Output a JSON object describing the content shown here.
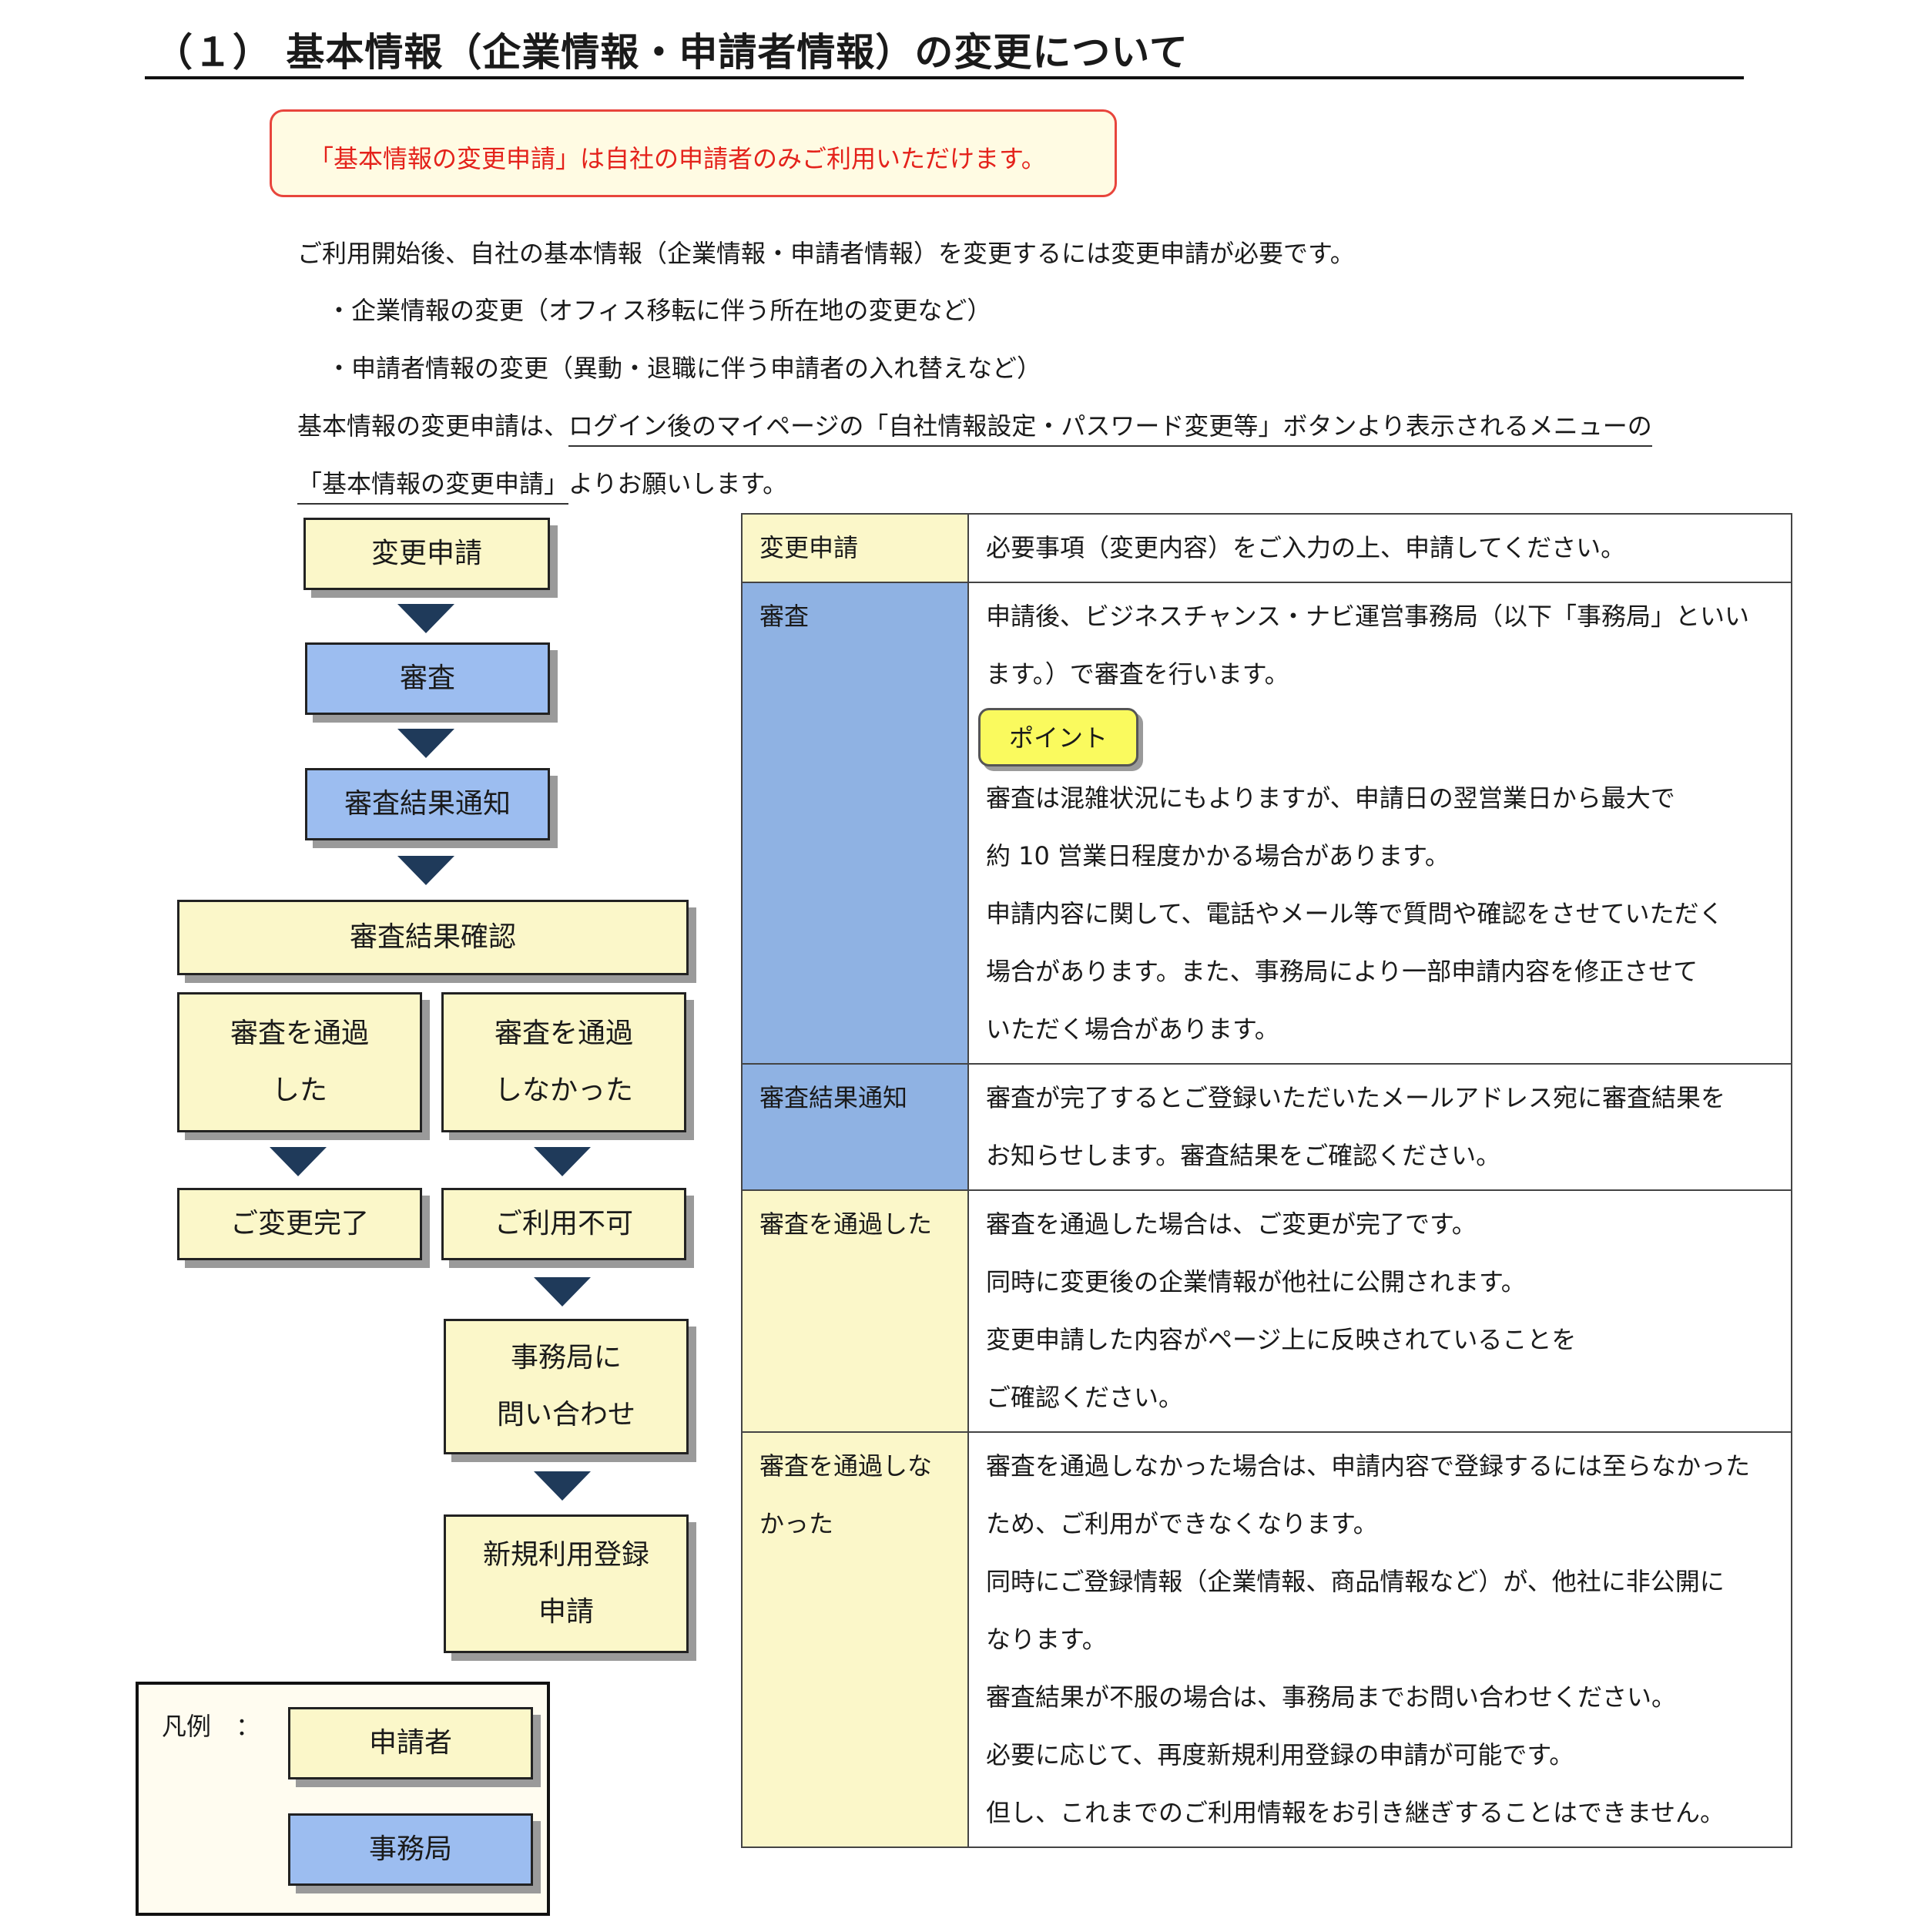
{
  "heading": "（１） 基本情報（企業情報・申請者情報）の変更について",
  "notice": "「基本情報の変更申請」は自社の申請者のみご利用いただけます。",
  "intro": {
    "line1": "ご利用開始後、自社の基本情報（企業情報・申請者情報）を変更するには変更申請が必要です。",
    "bullet1": "・企業情報の変更（オフィス移転に伴う所在地の変更など）",
    "bullet2": "・申請者情報の変更（異動・退職に伴う申請者の入れ替えなど）",
    "line4_plain": "基本情報の変更申請は、",
    "line4_link": "ログイン後のマイページの「自社情報設定・パスワード変更等」ボタンより表示されるメニューの",
    "line5_link": "「基本情報の変更申請」",
    "line5_plain": "よりお願いします。"
  },
  "flow": {
    "apply": "変更申請",
    "review": "審査",
    "notify": "審査結果通知",
    "confirm": "審査結果確認",
    "pass_l1": "審査を通過",
    "pass_l2": "した",
    "fail_l1": "審査を通過",
    "fail_l2": "しなかった",
    "done": "ご変更完了",
    "unavailable": "ご利用不可",
    "contact_l1": "事務局に",
    "contact_l2": "問い合わせ",
    "newreg_l1": "新規利用登録",
    "newreg_l2": "申請"
  },
  "legend": {
    "label": "凡例　：",
    "applicant": "申請者",
    "office": "事務局"
  },
  "table": {
    "r1": {
      "head": "変更申請",
      "lines": [
        "必要事項（変更内容）をご入力の上、申請してください。"
      ]
    },
    "r2": {
      "head": "審査",
      "lines_a": [
        "申請後、ビジネスチャンス・ナビ運営事務局（以下「事務局」といい",
        "ます。）で審査を行います。"
      ],
      "point": "ポイント",
      "lines_b": [
        "審査は混雑状況にもよりますが、申請日の翌営業日から最大で",
        "約 10 営業日程度かかる場合があります。",
        "申請内容に関して、電話やメール等で質問や確認をさせていただく",
        "場合があります。また、事務局により一部申請内容を修正させて",
        "いただく場合があります。"
      ]
    },
    "r3": {
      "head": "審査結果通知",
      "lines": [
        "審査が完了するとご登録いただいたメールアドレス宛に審査結果を",
        "お知らせします。審査結果をご確認ください。"
      ]
    },
    "r4": {
      "head": "審査を通過した",
      "lines": [
        "審査を通過した場合は、ご変更が完了です。",
        "同時に変更後の企業情報が他社に公開されます。",
        "変更申請した内容がページ上に反映されていることを",
        "ご確認ください。"
      ]
    },
    "r5": {
      "head_l1": "審査を通過しな",
      "head_l2": "かった",
      "lines": [
        "審査を通過しなかった場合は、申請内容で登録するには至らなかった",
        "ため、ご利用ができなくなります。",
        "同時にご登録情報（企業情報、商品情報など）が、他社に非公開に",
        "なります。",
        "審査結果が不服の場合は、事務局までお問い合わせください。",
        "必要に応じて、再度新規利用登録の申請が可能です。",
        "但し、これまでのご利用情報をお引き継ぎすることはできません。"
      ]
    }
  },
  "colors": {
    "applicant": "#fbf7c9",
    "office": "#9cbdf0",
    "notice_red": "#e4221b",
    "point_yellow": "#fafa5e"
  }
}
